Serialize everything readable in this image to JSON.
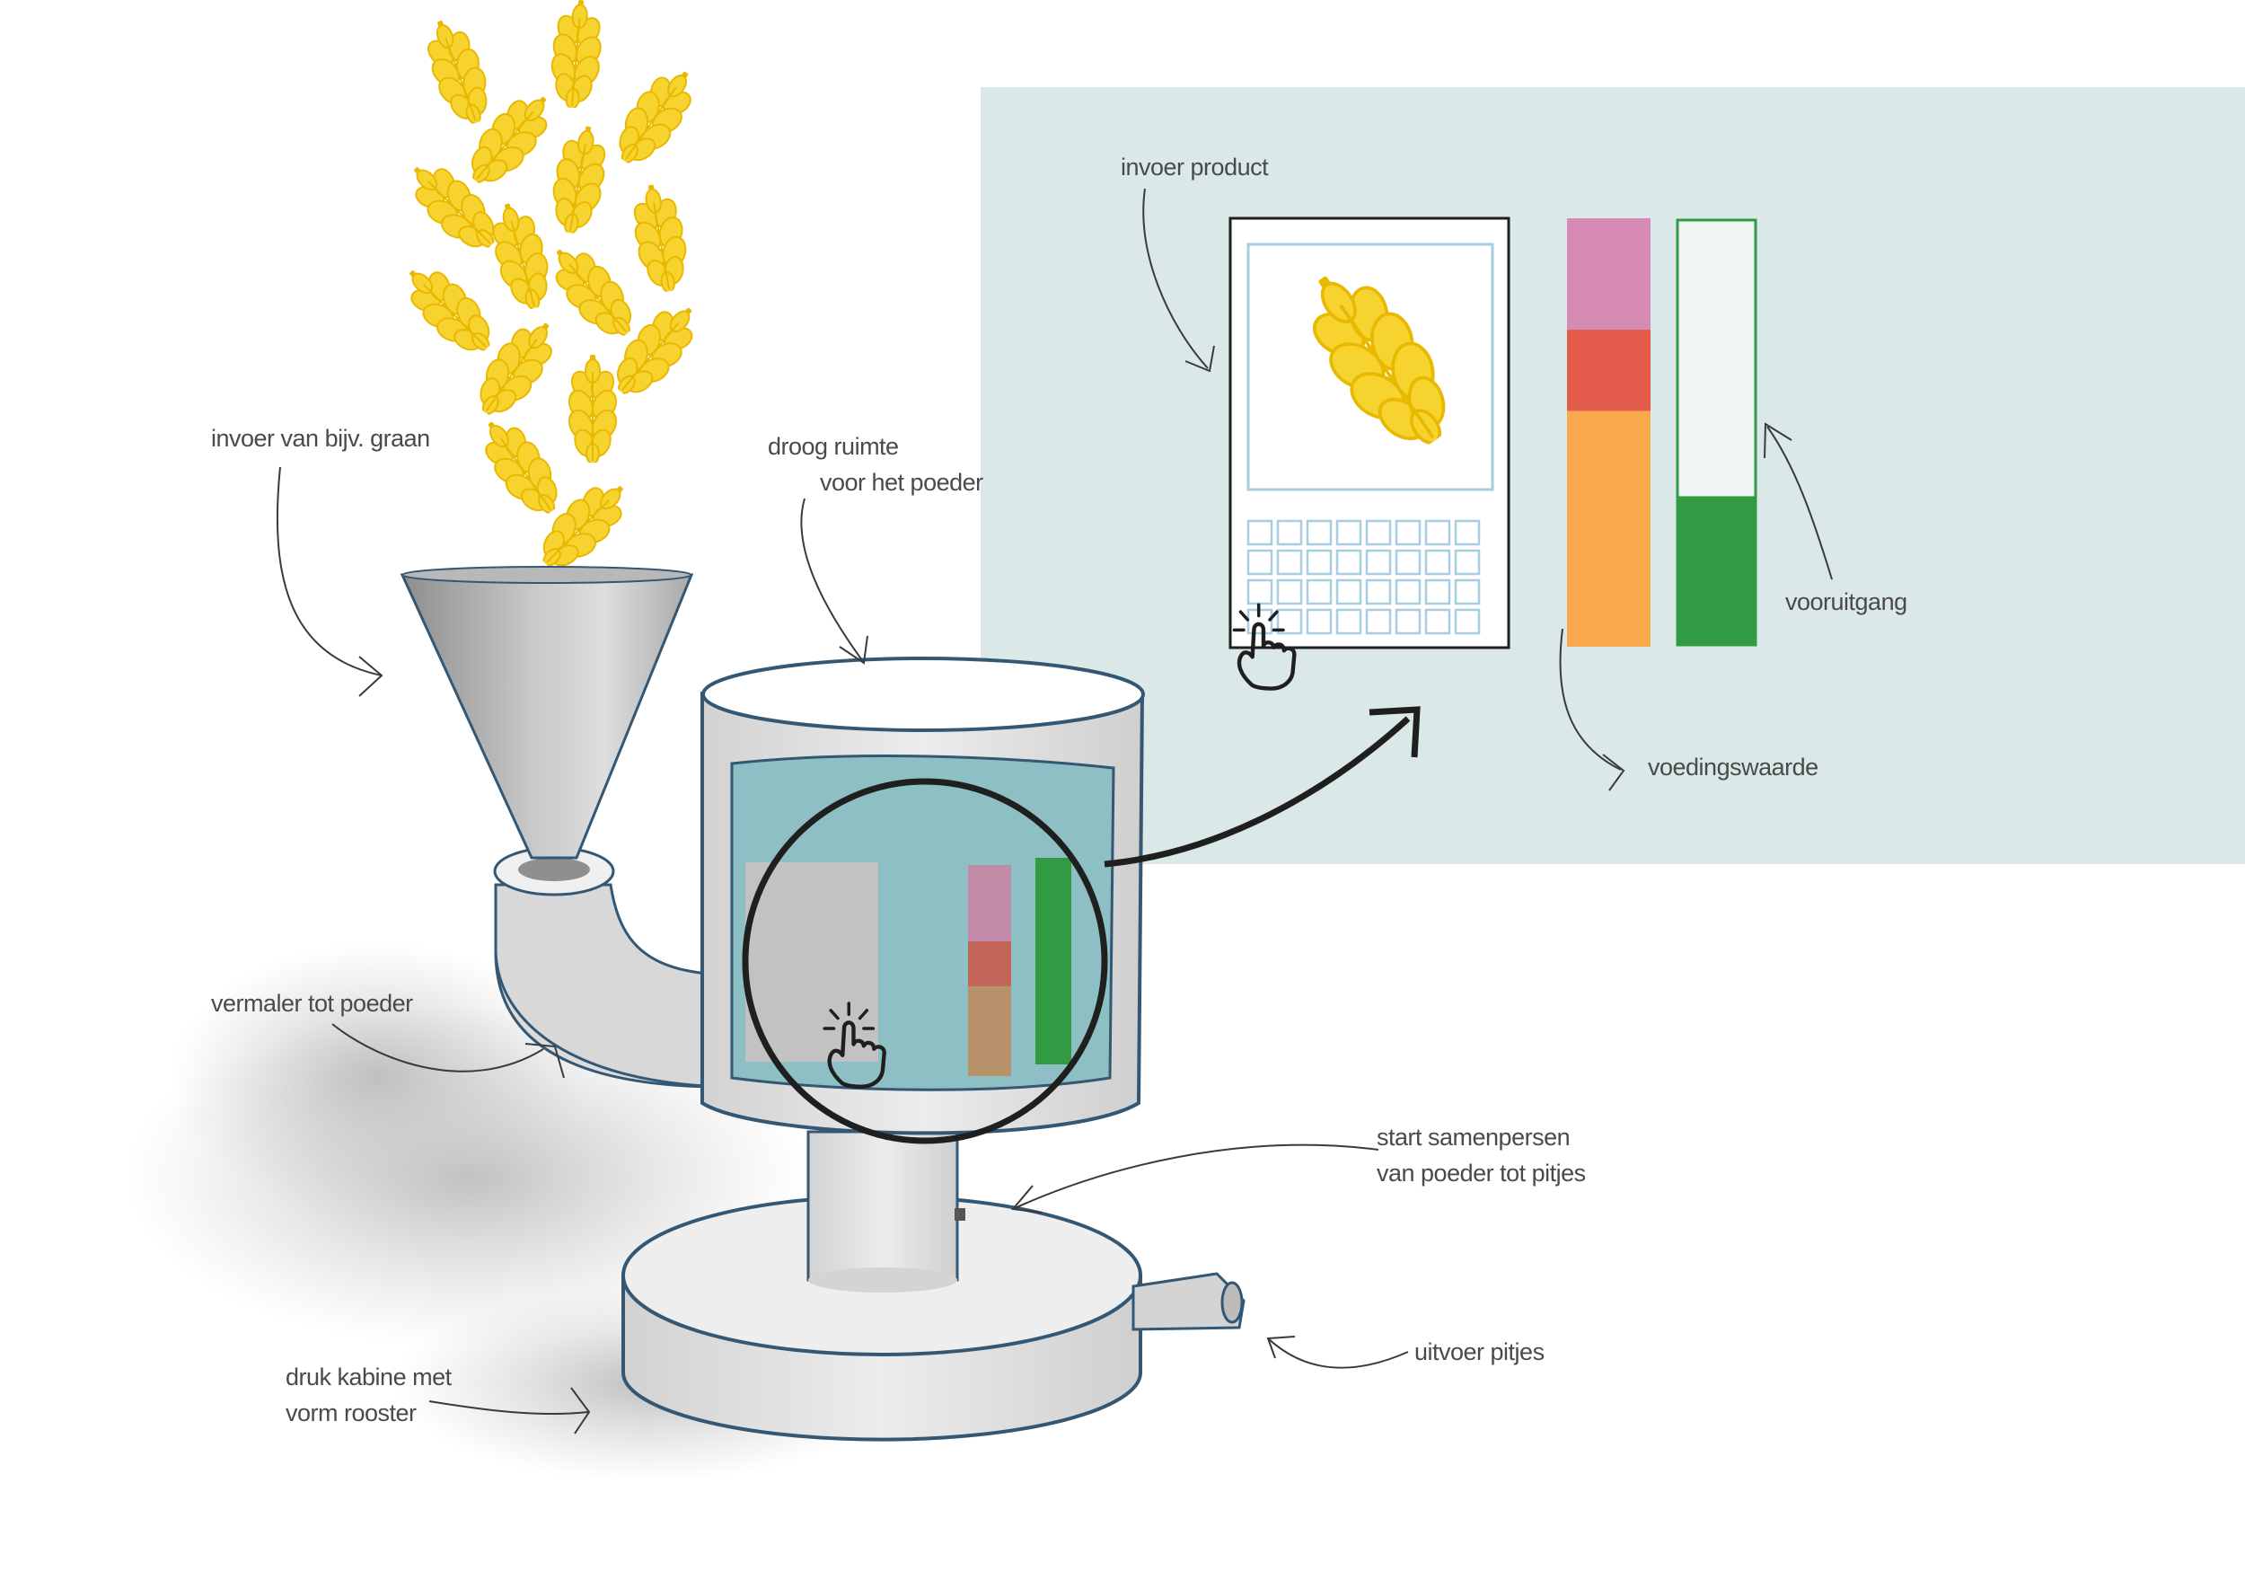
{
  "colors": {
    "panel": "#dae8e7",
    "grain": "#f6d32f",
    "grain_stroke": "#e9b800",
    "pink": "#d58bb3",
    "red": "#e45d4c",
    "orange": "#f9a84b",
    "green": "#339a44",
    "screen_teal": "#8dbfc4",
    "tile_blue": "#a6cde0",
    "metal": "#d8d8d8",
    "ink": "#1f1f1f"
  },
  "labels": {
    "invoer_graan": "invoer van bijv. graan",
    "droog_ruimte": [
      "droog ruimte",
      "voor het poeder"
    ],
    "vermaler": "vermaler tot poeder",
    "druk_kabine": [
      "druk kabine met",
      "vorm rooster"
    ],
    "start_samenpersen": [
      "start samenpersen",
      "van poeder tot pitjes"
    ],
    "uitvoer": "uitvoer pitjes",
    "invoer_product": "invoer product",
    "voedingswaarde": "voedingswaarde",
    "vooruitgang": "vooruitgang"
  },
  "icons": [
    "wheat-ear-icon",
    "tap-hand-icon",
    "arrow-icon"
  ],
  "ui": {
    "keypad": {
      "rows": 4,
      "cols": 8
    },
    "nutrition_bar": [
      {
        "name": "pink",
        "fraction": 0.26
      },
      {
        "name": "red",
        "fraction": 0.19
      },
      {
        "name": "orange",
        "fraction": 0.55
      }
    ],
    "progress_fraction": 0.35
  }
}
